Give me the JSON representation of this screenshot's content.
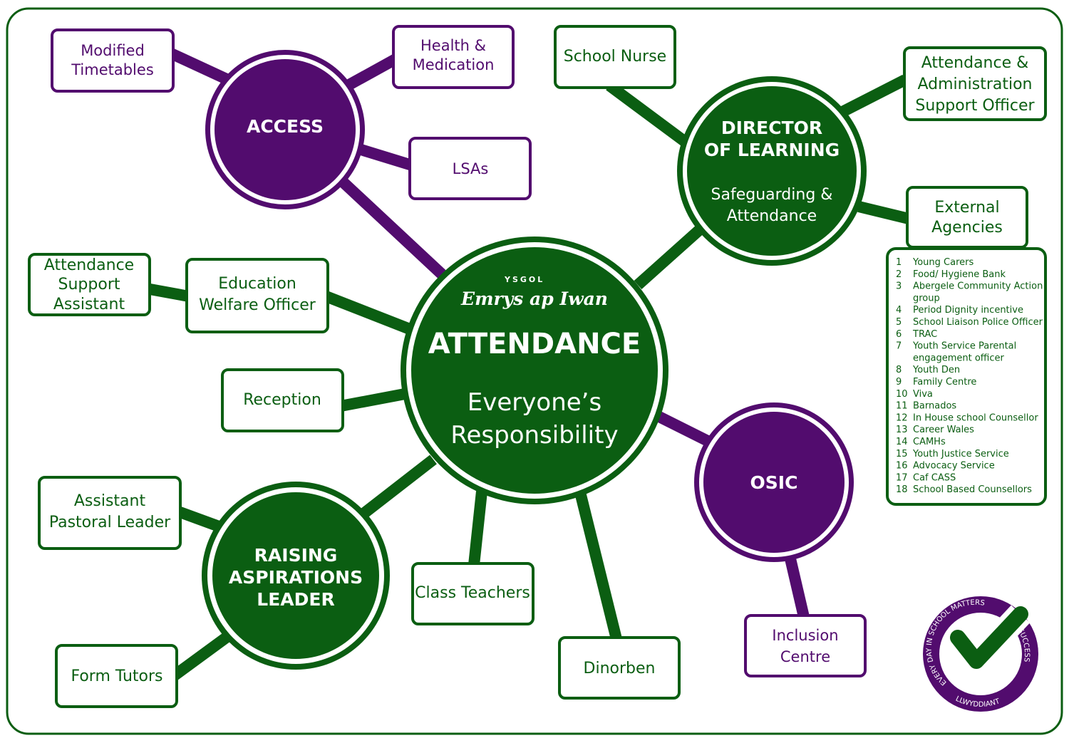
{
  "center": {
    "school_small": "YSGOL",
    "school_name": "Emrys ap Iwan",
    "title": "ATTENDANCE",
    "subtitle_line1": "Everyone’s",
    "subtitle_line2": "Responsibility"
  },
  "hubs": {
    "access": "ACCESS",
    "director": {
      "line1": "DIRECTOR",
      "line2": "OF LEARNING",
      "sub1": "Safeguarding &",
      "sub2": "Attendance"
    },
    "osic": "OSIC",
    "raising": {
      "line1": "RAISING",
      "line2": "ASPIRATIONS",
      "line3": "LEADER"
    }
  },
  "nodes": {
    "modified": [
      "Modified",
      "Timetables"
    ],
    "health": [
      "Health &",
      "Medication"
    ],
    "lsas": "LSAs",
    "school_nurse": "School Nurse",
    "admin": [
      "Attendance &",
      "Administration",
      "Support Officer"
    ],
    "external": [
      "External",
      "Agencies"
    ],
    "ewo": [
      "Education",
      "Welfare Officer"
    ],
    "asa": [
      "Attendance",
      "Support",
      "Assistant"
    ],
    "reception": "Reception",
    "apl": [
      "Assistant",
      "Pastoral Leader"
    ],
    "form_tutors": "Form Tutors",
    "class_teachers": "Class Teachers",
    "dinorben": "Dinorben",
    "inclusion": [
      "Inclusion",
      "Centre"
    ]
  },
  "agencies": [
    {
      "n": "1",
      "t": [
        "Young Carers"
      ]
    },
    {
      "n": "2",
      "t": [
        "Food/ Hygiene Bank"
      ]
    },
    {
      "n": "3",
      "t": [
        "Abergele Community Action",
        "group"
      ]
    },
    {
      "n": "4",
      "t": [
        "Period Dignity incentive"
      ]
    },
    {
      "n": "5",
      "t": [
        "School Liaison Police Officer"
      ]
    },
    {
      "n": "6",
      "t": [
        "TRAC"
      ]
    },
    {
      "n": "7",
      "t": [
        "Youth Service Parental",
        "engagement officer"
      ]
    },
    {
      "n": "8",
      "t": [
        "Youth Den"
      ]
    },
    {
      "n": "9",
      "t": [
        "Family Centre"
      ]
    },
    {
      "n": "10",
      "t": [
        "Viva"
      ]
    },
    {
      "n": "11",
      "t": [
        "Barnados"
      ]
    },
    {
      "n": "12",
      "t": [
        "In House school Counsellor"
      ]
    },
    {
      "n": "13",
      "t": [
        "Career Wales"
      ]
    },
    {
      "n": "14",
      "t": [
        "CAMHs"
      ]
    },
    {
      "n": "15",
      "t": [
        "Youth Justice Service"
      ]
    },
    {
      "n": "16",
      "t": [
        "Advocacy Service"
      ]
    },
    {
      "n": "17",
      "t": [
        "Caf CASS"
      ]
    },
    {
      "n": "18",
      "t": [
        "School Based Counsellors"
      ]
    }
  ],
  "badge": {
    "top": "EVERY DAY IN SCHOOL MATTERS",
    "right": "SUCCESS",
    "bottom": "LLWYDDIANT"
  },
  "colors": {
    "green": "#0b5e12",
    "purple": "#520c6e"
  }
}
